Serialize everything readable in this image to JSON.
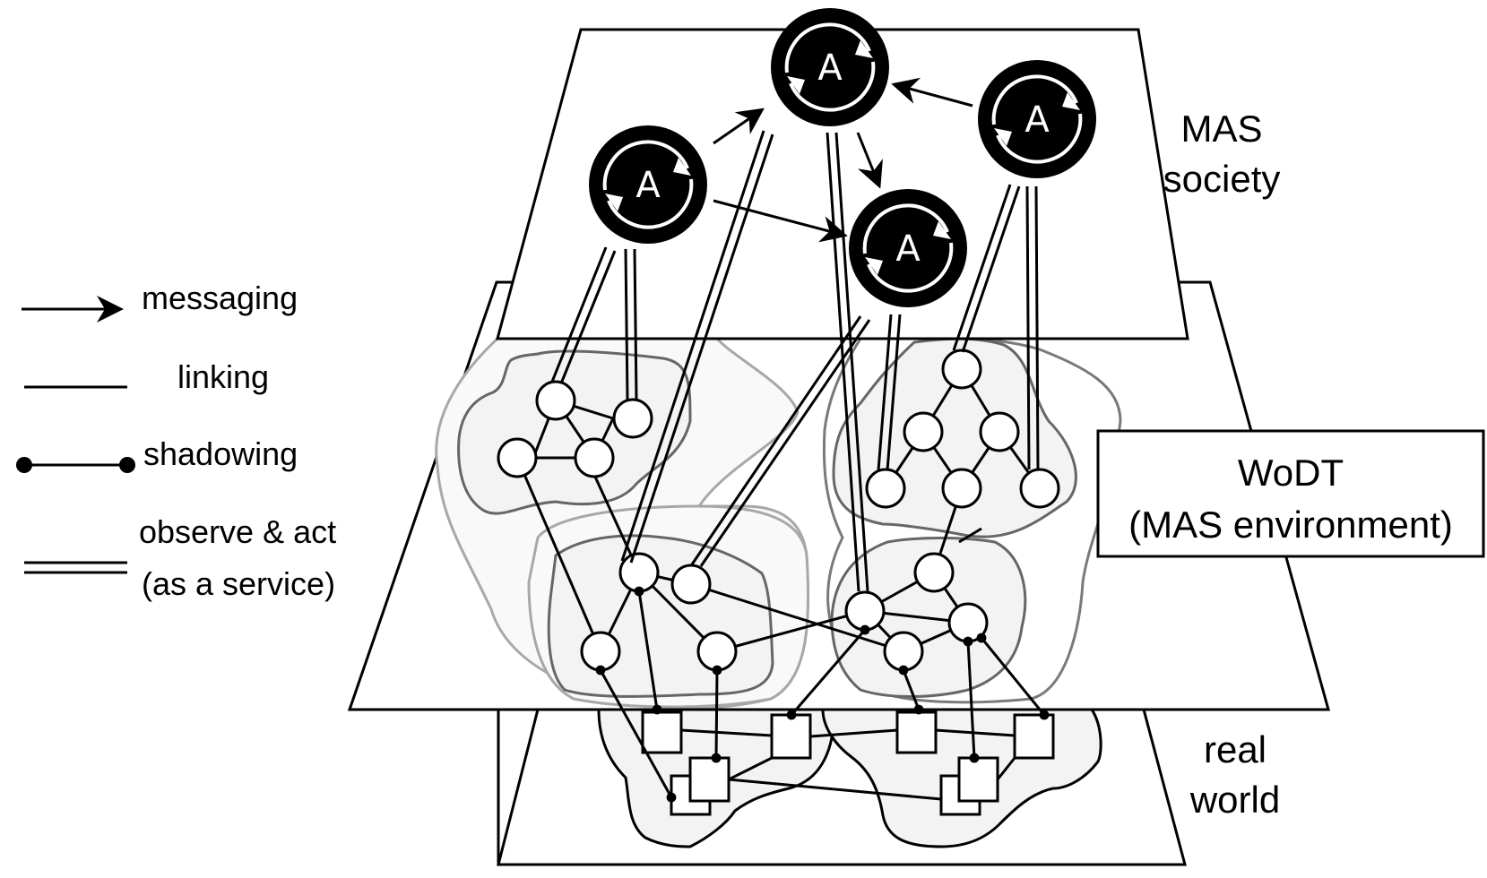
{
  "legend": {
    "items": [
      {
        "key": "messaging",
        "label": "messaging",
        "symbol": "arrow"
      },
      {
        "key": "linking",
        "label": "linking",
        "symbol": "line"
      },
      {
        "key": "shadowing",
        "label": "shadowing",
        "symbol": "dot-line-dot"
      },
      {
        "key": "observe_act",
        "label_line1": "observe & act",
        "label_line2": "(as a service)",
        "symbol": "double-line"
      }
    ]
  },
  "layers": {
    "mas_society": {
      "line1": "MAS",
      "line2": "society"
    },
    "wodt": {
      "line1": "WoDT",
      "line2": "(MAS environment)"
    },
    "real_world": {
      "line1": "real",
      "line2": "world"
    }
  },
  "agents": [
    {
      "id": "agent-top",
      "letter": "A"
    },
    {
      "id": "agent-left",
      "letter": "A"
    },
    {
      "id": "agent-right",
      "letter": "A"
    },
    {
      "id": "agent-middle",
      "letter": "A"
    }
  ],
  "colors": {
    "agent_fill": "#000000",
    "agent_glyph": "#ffffff",
    "inner_blob_fill": "#f3f3f3",
    "outer_blob_fill": "#f9f9f9",
    "line": "#000000"
  }
}
